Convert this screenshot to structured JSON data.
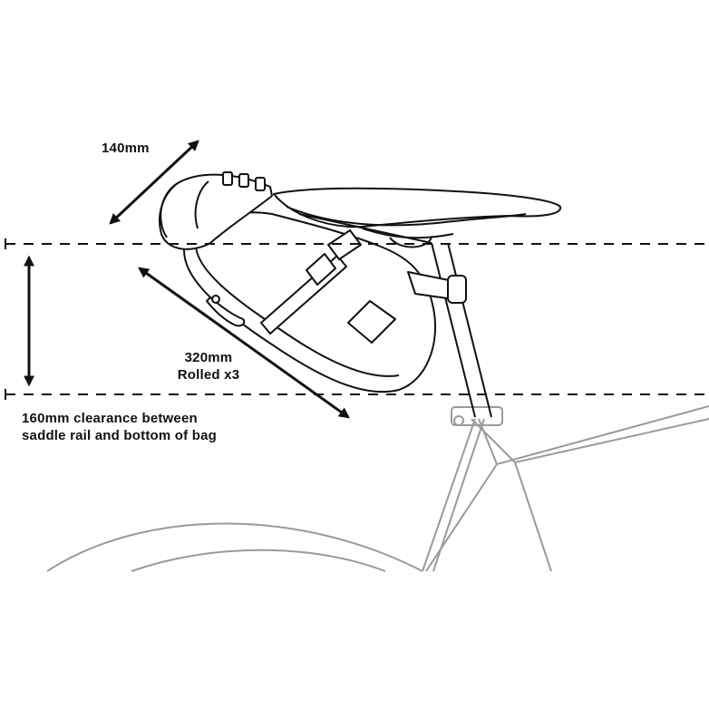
{
  "labels": {
    "width": "140mm",
    "length_line1": "320mm",
    "length_line2": "Rolled x3",
    "clearance_line1": "160mm clearance between",
    "clearance_line2": "saddle rail and bottom of bag"
  },
  "colors": {
    "ink": "#111111",
    "frame": "#9a9a9a",
    "background": "#ffffff"
  }
}
